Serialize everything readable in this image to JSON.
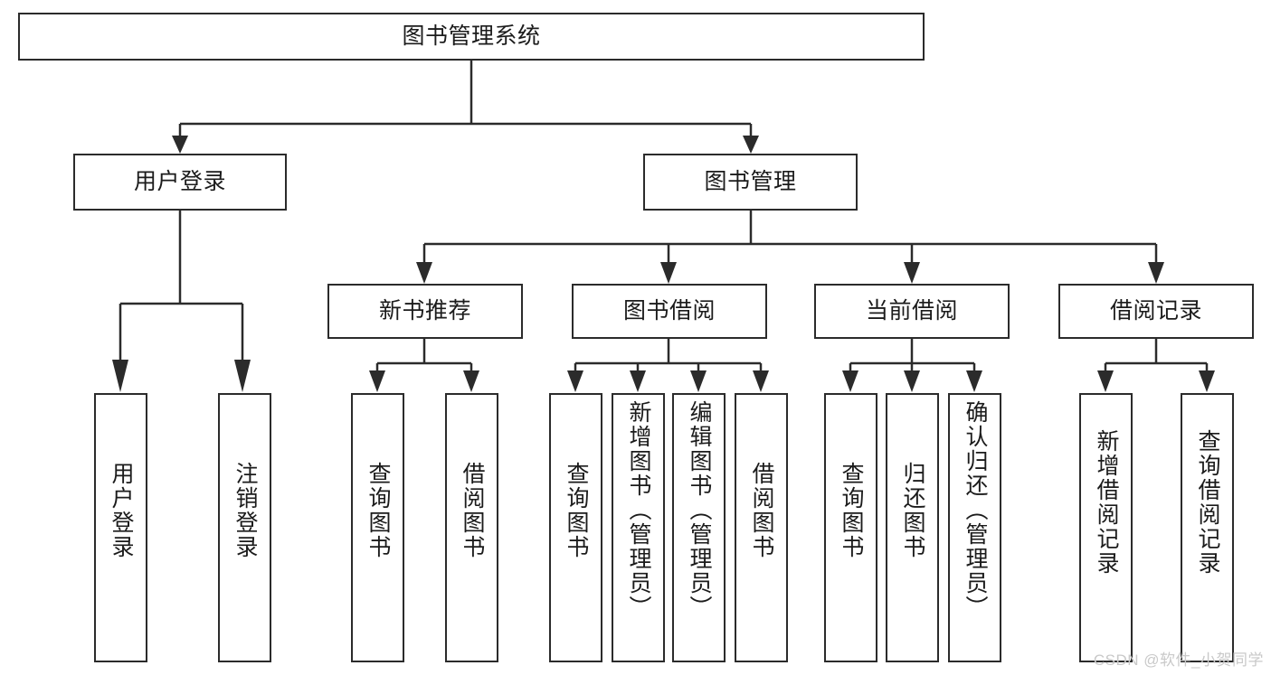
{
  "diagram": {
    "type": "tree-hierarchy",
    "title": "图书管理系统",
    "root": {
      "id": "root",
      "label": "图书管理系统"
    },
    "level2": [
      {
        "id": "user-login",
        "label": "用户登录"
      },
      {
        "id": "book-manage",
        "label": "图书管理"
      }
    ],
    "level3": [
      {
        "id": "new-book-recommend",
        "label": "新书推荐",
        "parent": "book-manage"
      },
      {
        "id": "book-borrow",
        "label": "图书借阅",
        "parent": "book-manage"
      },
      {
        "id": "current-borrow",
        "label": "当前借阅",
        "parent": "book-manage"
      },
      {
        "id": "borrow-record",
        "label": "借阅记录",
        "parent": "book-manage"
      }
    ],
    "leaves": {
      "user_login": [
        {
          "id": "leaf-user-login",
          "label": "用户登录"
        },
        {
          "id": "leaf-logout",
          "label": "注销登录"
        }
      ],
      "new_book_recommend": [
        {
          "id": "leaf-query-book-1",
          "label": "查询图书"
        },
        {
          "id": "leaf-borrow-book-1",
          "label": "借阅图书"
        }
      ],
      "book_borrow": [
        {
          "id": "leaf-query-book-2",
          "label": "查询图书"
        },
        {
          "id": "leaf-add-book",
          "label": "新增图书（管理员）"
        },
        {
          "id": "leaf-edit-book",
          "label": "编辑图书（管理员）"
        },
        {
          "id": "leaf-borrow-book-2",
          "label": "借阅图书"
        }
      ],
      "current_borrow": [
        {
          "id": "leaf-query-book-3",
          "label": "查询图书"
        },
        {
          "id": "leaf-return-book",
          "label": "归还图书"
        },
        {
          "id": "leaf-confirm-return",
          "label": "确认归还（管理员）"
        }
      ],
      "borrow_record": [
        {
          "id": "leaf-add-record",
          "label": "新增借阅记录"
        },
        {
          "id": "leaf-query-record",
          "label": "查询借阅记录"
        }
      ]
    },
    "watermark": "CSDN @软件_小贺同学",
    "colors": {
      "stroke": "#2b2b2b",
      "background": "#ffffff",
      "text": "#1b1b1b",
      "watermark": "#c9c9c9"
    }
  }
}
